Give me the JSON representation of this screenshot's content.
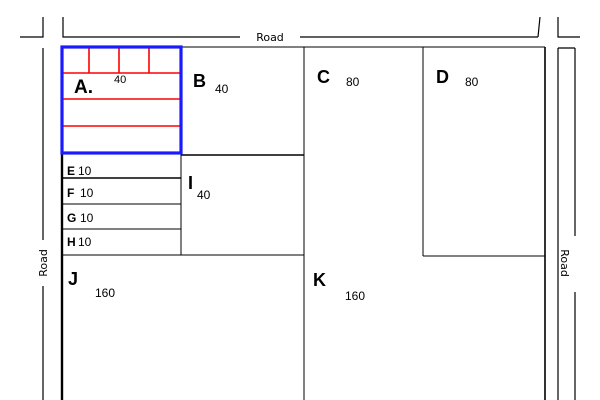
{
  "roads": {
    "top": "Road",
    "left": "Road",
    "right": "Road"
  },
  "plots": {
    "A": {
      "letter": "A.",
      "size": "40"
    },
    "B": {
      "letter": "B",
      "size": "40"
    },
    "C": {
      "letter": "C",
      "size": "80"
    },
    "D": {
      "letter": "D",
      "size": "80"
    },
    "E": {
      "letter": "E",
      "size": "10"
    },
    "F": {
      "letter": "F",
      "size": "10"
    },
    "G": {
      "letter": "G",
      "size": "10"
    },
    "H": {
      "letter": "H",
      "size": "10"
    },
    "I": {
      "letter": "I",
      "size": "40"
    },
    "J": {
      "letter": "J",
      "size": "160"
    },
    "K": {
      "letter": "K",
      "size": "160"
    }
  },
  "colors": {
    "highlight_border": "#1a1aff",
    "subdivision": "#ff0000",
    "lines": "#000000"
  }
}
